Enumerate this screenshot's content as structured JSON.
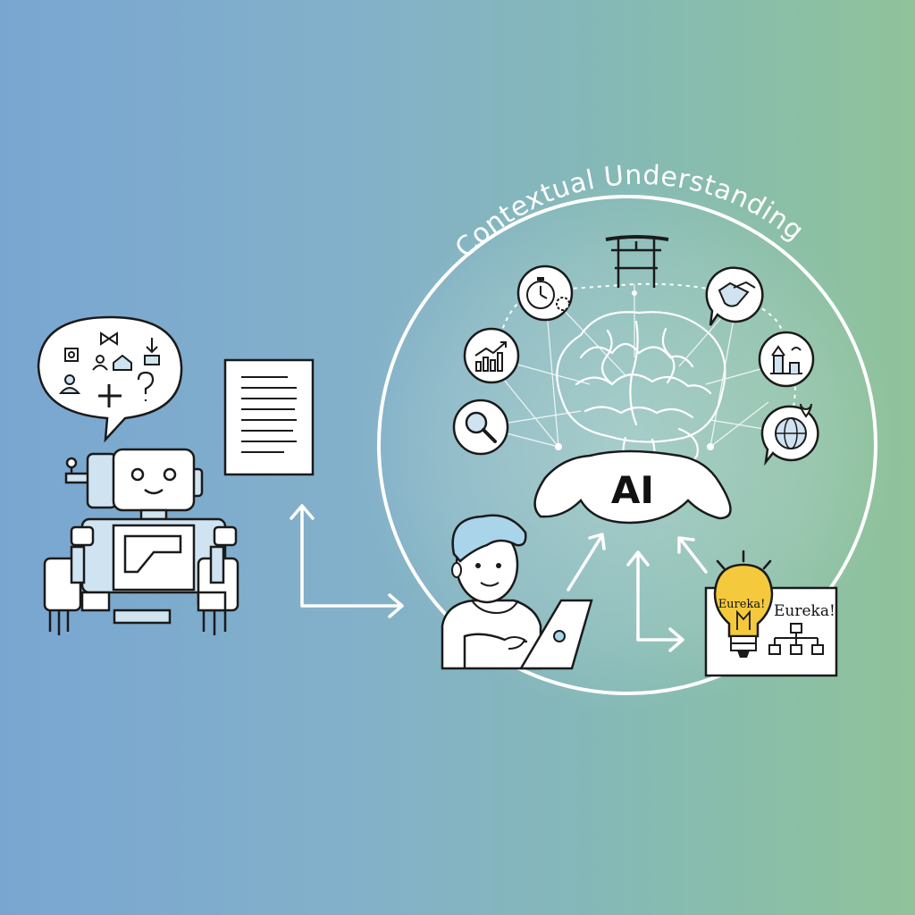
{
  "diagram": {
    "ring_label": "Contextual Understanding",
    "core_label": "AI",
    "idea_card": {
      "bulb_label": "Eureka!",
      "card_label": "Eureka!"
    }
  },
  "colors": {
    "background_left": "#79a6d1",
    "background_right": "#90c39a",
    "line_white": "#ffffff",
    "robot_fill": "#cfe3f1",
    "person_hair": "#a9d4ea",
    "bulb_yellow": "#f4c93c",
    "stroke": "#1a1a1a"
  },
  "icons": [
    "speech-bubble-icon",
    "robot-icon",
    "document-icon",
    "torii-gate-icon",
    "stopwatch-gear-icon",
    "handshake-icon",
    "growth-chart-icon",
    "landmark-icon",
    "magnifier-icon",
    "globe-pin-icon",
    "brain-icon",
    "person-laptop-icon",
    "lightbulb-icon",
    "org-chart-icon"
  ]
}
